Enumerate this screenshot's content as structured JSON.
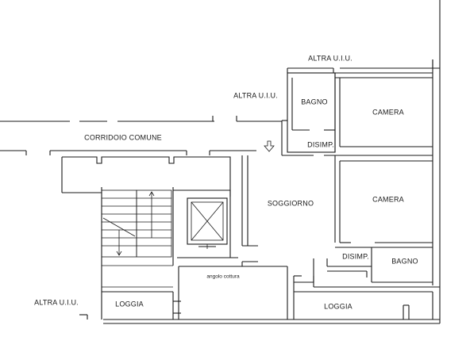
{
  "plan": {
    "labels": {
      "altra_uiu_top": "ALTRA U.I.U.",
      "altra_uiu_mid": "ALTRA U.I.U.",
      "altra_uiu_bottom": "ALTRA U.I.U.",
      "corridoio": "CORRIDOIO COMUNE",
      "bagno_top": "BAGNO",
      "camera_top": "CAMERA",
      "disimp_top": "DISIMP.",
      "soggiorno": "SOGGIORNO",
      "camera_bottom": "CAMERA",
      "disimp_bottom": "DISIMP.",
      "bagno_bottom": "BAGNO",
      "angolo_cottura": "angolo cottura",
      "loggia_left": "LOGGIA",
      "loggia_right": "LOGGIA"
    },
    "icons": {
      "entrance_arrow": "down-arrow-icon"
    },
    "colors": {
      "line": "#1a1a1a",
      "background": "#ffffff"
    }
  }
}
